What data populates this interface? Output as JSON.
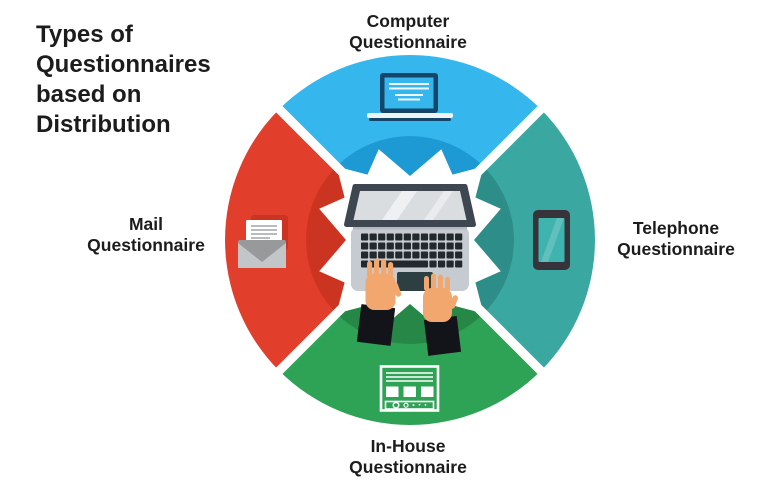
{
  "title": "Types of\nQuestionnaires\nbased on\nDistribution",
  "text_color": "#1c1c1c",
  "background_color": "#ffffff",
  "gap_color": "#ffffff",
  "segments": {
    "computer": {
      "label": "Computer\nQuestionnaire",
      "color": "#35b7ed",
      "dark_color": "#1d9ad4",
      "icon": "laptop-icon",
      "icon_frame_color": "#144669",
      "icon_base_color": "#eef3f5"
    },
    "telephone": {
      "label": "Telephone\nQuestionnaire",
      "color": "#3ba7a1",
      "dark_color": "#2d8e89",
      "icon": "smartphone-icon",
      "icon_body_color": "#37333a",
      "icon_screen_color": "#3fb3ae"
    },
    "inhouse": {
      "label": "In-House\nQuestionnaire",
      "color": "#2fa355",
      "dark_color": "#268746",
      "icon": "storefront-form-icon",
      "icon_stroke_color": "#ffffff"
    },
    "mail": {
      "label": "Mail\nQuestionnaire",
      "color": "#e23e2c",
      "dark_color": "#cb3421",
      "icon": "open-envelope-icon",
      "icon_envelope_color": "#97999b",
      "icon_fold_color": "#c3c6c8",
      "icon_paper_color": "#ffffff",
      "icon_paper_line_color": "#b9bcbe"
    }
  },
  "center_illustration": {
    "name": "hands-typing-on-laptop",
    "laptop_frame_color": "#3e4751",
    "screen_color": "#d9dde0",
    "base_color": "#c5cbd0",
    "hinge_shade_color": "#b2b9be",
    "key_color": "#23282d",
    "touchpad_color": "#2e3f41",
    "hand_color": "#f1a76e",
    "sleeve_color": "#131419"
  }
}
